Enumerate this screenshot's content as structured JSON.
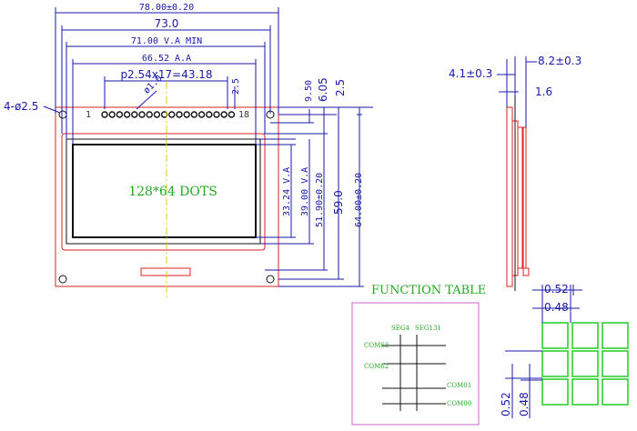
{
  "front": {
    "dim_overall_width": "78.00±0.20",
    "dim_pcb_width": "73.0",
    "dim_va_min": "71.00 V.A MIN",
    "dim_aa": "66.52 A.A",
    "dim_pitch": "p2.54x17=43.18",
    "dim_hole": "ø1.0",
    "dim_pin_offset": "2.5",
    "dim_mount_holes": "4-ø2.5",
    "pin_first": "1",
    "pin_last": "18",
    "dim_9_50": "9.50",
    "dim_6_05": "6.05",
    "dim_2_5": "2.5",
    "dim_33_24": "33.24 V.A",
    "dim_39_00": "39.00 V.A",
    "dim_51_90": "51.90±0.20",
    "dim_59_0": "59.0",
    "dim_64_00": "64.00±0.20",
    "display_label": "128*64 DOTS"
  },
  "side": {
    "dim_thickness": "4.1±0.3",
    "dim_8_2": "8.2±0.3",
    "dim_1_6": "1.6"
  },
  "function_table": {
    "title": "FUNCTION TABLE",
    "seg_start": "SEG4",
    "seg_end": "SEG131",
    "com63": "COM63",
    "com62": "COM62",
    "com01": "COM01",
    "com00": "COM00"
  },
  "dots": {
    "pitch_w": "0.52",
    "dot_w": "0.48",
    "pitch_h": "0.52",
    "dot_h": "0.48"
  },
  "colors": {
    "dimension": "#1a1aa8",
    "outline": "#d22222",
    "label": "#22aa22",
    "frame": "#cc66cc"
  }
}
